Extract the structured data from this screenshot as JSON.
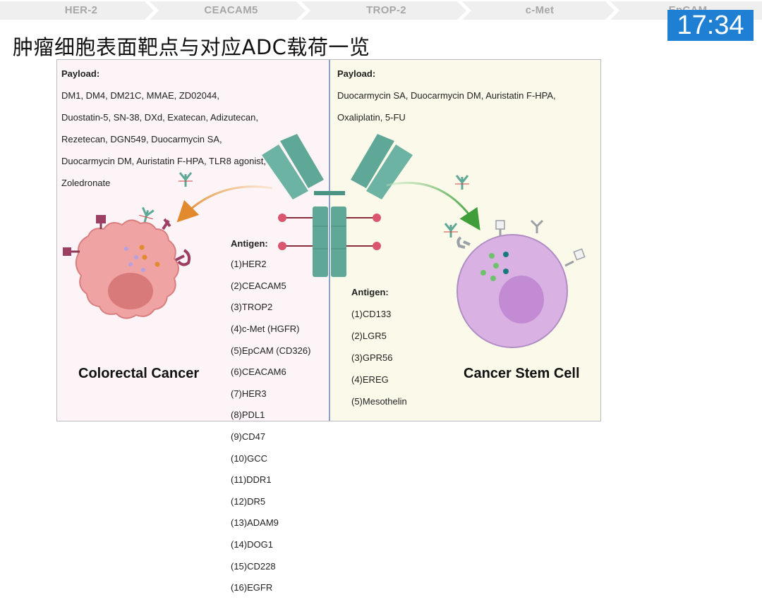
{
  "nav": {
    "tabs": [
      {
        "label": "HER-2"
      },
      {
        "label": "CEACAM5"
      },
      {
        "label": "TROP-2"
      },
      {
        "label": "c-Met"
      },
      {
        "label": "EpCAM"
      }
    ]
  },
  "timer": "17:34",
  "title": "肿瘤细胞表面靶点与对应ADC载荷一览",
  "colors": {
    "timer_bg": "#1f7fd2",
    "left_panel": "#fdf4f7",
    "right_panel": "#fbfaea",
    "antibody": "#5fa897"
  },
  "left": {
    "payload_title": "Payload:",
    "payload_lines": [
      "DM1, DM4, DM21C, MMAE, ZD02044,",
      "Duostatin-5, SN-38, DXd, Exatecan, Adizutecan,",
      "Rezetecan, DGN549, Duocarmycin SA,",
      "Duocarmycin DM, Auristatin F-HPA, TLR8 agonist,",
      "Zoledronate"
    ],
    "antigen_title": "Antigen:",
    "antigens": [
      "(1)HER2",
      "(2)CEACAM5",
      "(3)TROP2",
      "(4)c-Met (HGFR)",
      "(5)EpCAM (CD326)",
      "(6)CEACAM6",
      "(7)HER3",
      "(8)PDL1",
      "(9)CD47",
      "(10)GCC",
      "(11)DDR1",
      "(12)DR5",
      "(13)ADAM9",
      "(14)DOG1",
      "(15)CD228",
      "(16)EGFR"
    ],
    "cell_label": "Colorectal Cancer"
  },
  "right": {
    "payload_title": "Payload:",
    "payload_lines": [
      "Duocarmycin SA, Duocarmycin DM, Auristatin F-HPA,",
      "Oxaliplatin, 5-FU"
    ],
    "antigen_title": "Antigen:",
    "antigens": [
      "(1)CD133",
      "(2)LGR5",
      "(3)GPR56",
      "(4)EREG",
      "(5)Mesothelin"
    ],
    "cell_label": "Cancer Stem Cell"
  }
}
